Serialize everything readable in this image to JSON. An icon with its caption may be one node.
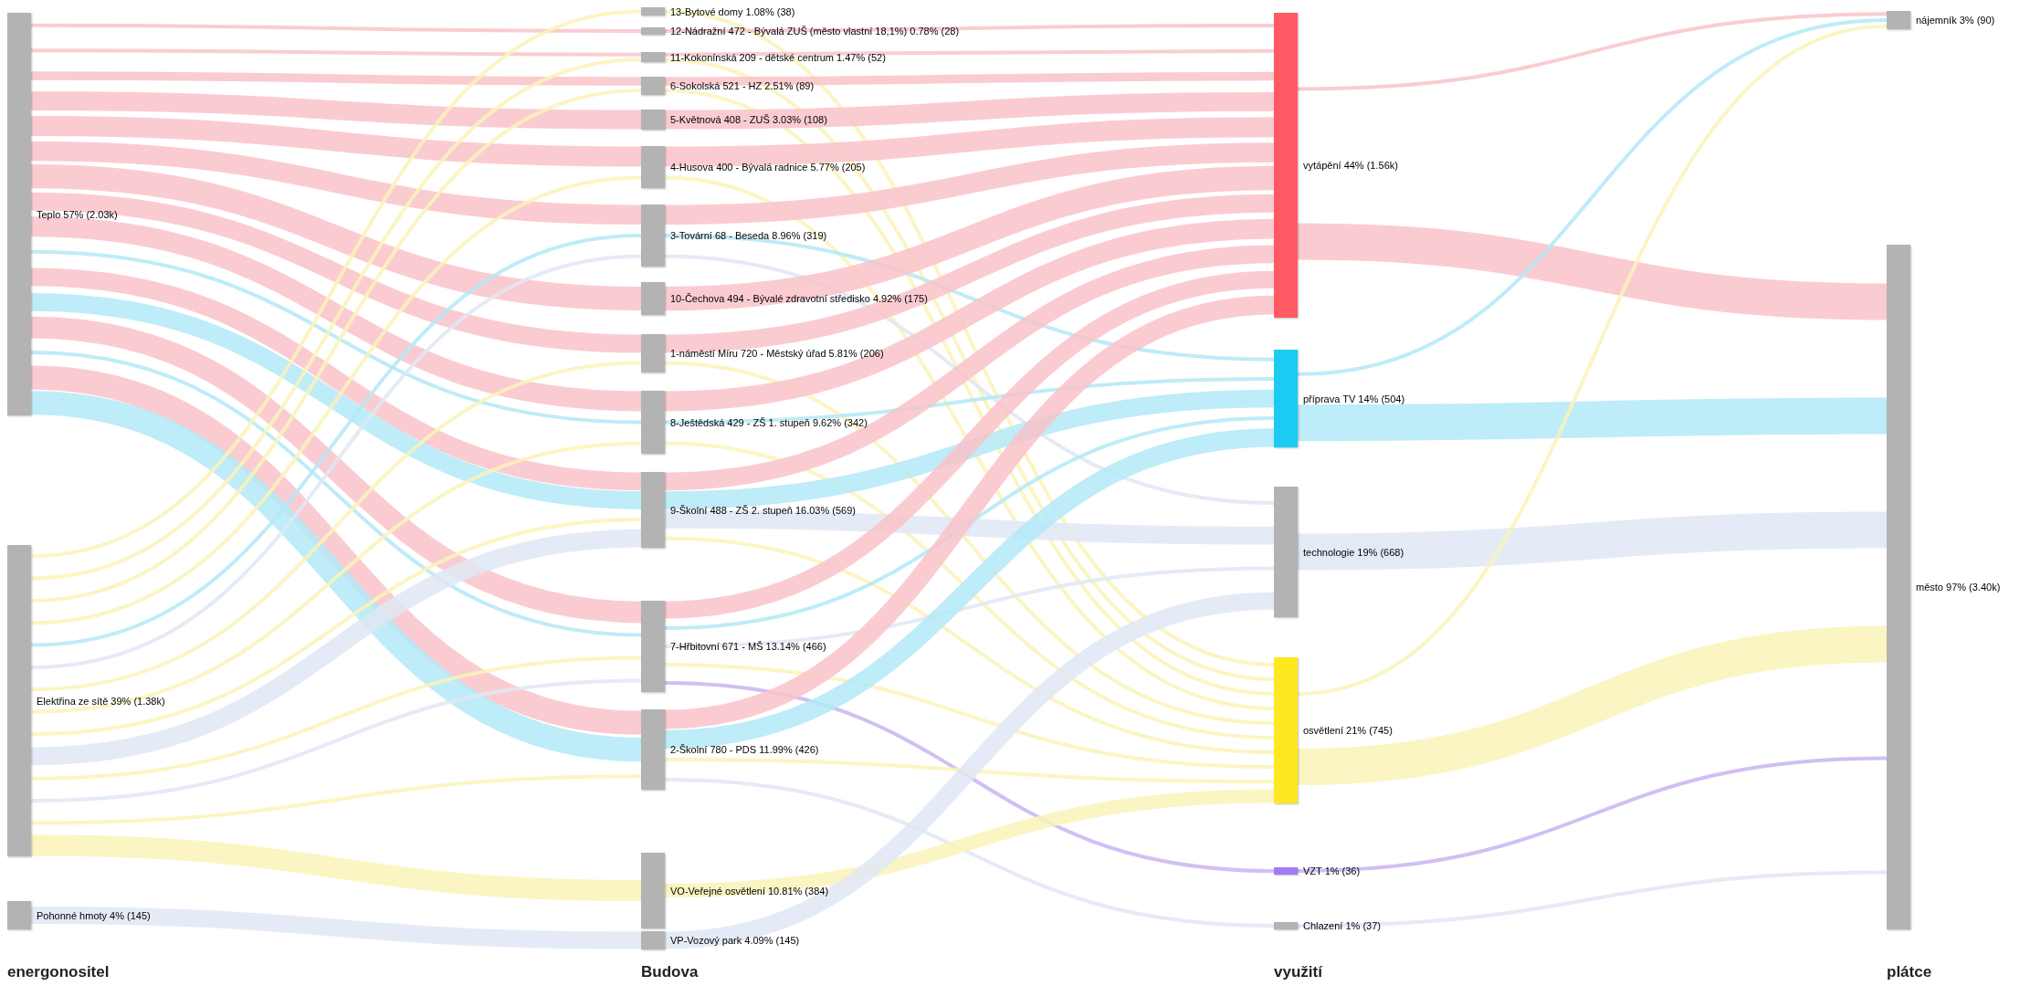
{
  "diagram": {
    "nodes": [
      {
        "text": [
          "Teplo 57% (2.03k)"
        ]
      },
      {
        "text": [
          "Elektřina ze sítě 39% (1.38k)"
        ]
      },
      {
        "text": [
          "Pohonné hmoty 4% (145)"
        ]
      },
      {
        "text": [
          "13-Bytové domy 1.08% (38)"
        ]
      },
      {
        "text": [
          "12-Nádražní 472 - Bývalá ZUŠ (město vlastní 18,1%) 0.78% (28)"
        ]
      },
      {
        "text": [
          "11-Kokonínská 209 - dětské centrum 1.47% (52)"
        ]
      },
      {
        "text": [
          "6-Sokolská 521 - HZ 2.51% (89)"
        ]
      },
      {
        "text": [
          "5-Květnová 408 - ZUŠ 3.03% (108)"
        ]
      },
      {
        "text": [
          "4-Husova 400 - Bývalá radnice 5.77% (205)"
        ]
      },
      {
        "text": [
          "3-Tovární 68 - Beseda 8.96% (319)"
        ]
      },
      {
        "text": [
          "10-Čechova 494 - Bývalé zdravotní středisko 4.92% (175)"
        ]
      },
      {
        "text": [
          "1-náměstí Míru 720 - Městský úřad 5.81% (206)"
        ]
      },
      {
        "text": [
          "8-Ještědská 429 - ZŠ 1. stupeň 9.62% (342)"
        ]
      },
      {
        "text": [
          "9-Školní 488 - ZŠ 2. stupeň 16.03% (569)"
        ]
      },
      {
        "text": [
          "7-Hřbitovní 671 - MŠ 13.14% (466)"
        ]
      },
      {
        "text": [
          "2-Školní 780 - PDS 11.99% (426)"
        ]
      },
      {
        "text": [
          "VO-Veřejné osvětlení 10.81% (384)"
        ]
      },
      {
        "text": [
          "VP-Vozový park 4.09% (145)"
        ]
      },
      {
        "text": [
          "vytápění 44% (1.56k)"
        ]
      },
      {
        "text": [
          "příprava TV 14% (504)"
        ]
      },
      {
        "text": [
          "technologie 19% (668)"
        ]
      },
      {
        "text": [
          "osvětlení 21% (745)"
        ]
      },
      {
        "text": [
          "VZT 1% (36)"
        ]
      },
      {
        "text": [
          "Chlazení 1% (37)"
        ]
      },
      {
        "text": [
          "nájemník 3% (90)"
        ]
      },
      {
        "text": [
          "město 97% (3.40k)"
        ]
      }
    ],
    "edges": [
      {
        "from": 0,
        "to": 4,
        "arrow": "none"
      },
      {
        "from": 0,
        "to": 5,
        "arrow": "none"
      },
      {
        "from": 0,
        "to": 6,
        "arrow": "none",
        "style": "thick"
      },
      {
        "from": 0,
        "to": 7,
        "arrow": "none",
        "style": "thick"
      },
      {
        "from": 0,
        "to": 8,
        "arrow": "none",
        "style": "thick"
      },
      {
        "from": 0,
        "to": 9,
        "arrow": "none",
        "style": "thick"
      },
      {
        "from": 0,
        "to": 10,
        "arrow": "none",
        "style": "thick"
      },
      {
        "from": 0,
        "to": 11,
        "arrow": "none",
        "style": "thick"
      },
      {
        "from": 0,
        "to": 12,
        "arrow": "none",
        "style": "thick"
      },
      {
        "from": 0,
        "to": 12,
        "arrow": "none",
        "color": "#b3e9f7"
      },
      {
        "from": 0,
        "to": 13,
        "arrow": "none",
        "style": "thick"
      },
      {
        "from": 0,
        "to": 13,
        "arrow": "none",
        "color": "#b3e9f7",
        "style": "thick"
      },
      {
        "from": 0,
        "to": 14,
        "arrow": "none",
        "style": "thick"
      },
      {
        "from": 0,
        "to": 14,
        "arrow": "none",
        "color": "#b3e9f7"
      },
      {
        "from": 0,
        "to": 15,
        "arrow": "none",
        "style": "thick"
      },
      {
        "from": 0,
        "to": 15,
        "arrow": "none",
        "color": "#b3e9f7",
        "style": "thick"
      },
      {
        "from": 1,
        "to": 3,
        "arrow": "none",
        "color": "#faf3b8"
      },
      {
        "from": 1,
        "to": 5,
        "arrow": "none",
        "color": "#faf3b8"
      },
      {
        "from": 1,
        "to": 6,
        "arrow": "none",
        "color": "#faf3b8"
      },
      {
        "from": 1,
        "to": 8,
        "arrow": "none",
        "color": "#faf3b8"
      },
      {
        "from": 1,
        "to": 9,
        "arrow": "none",
        "color": "#b3e9f7"
      },
      {
        "from": 1,
        "to": 9,
        "arrow": "none",
        "color": "#dfe8f4"
      },
      {
        "from": 1,
        "to": 11,
        "arrow": "none",
        "color": "#faf3b8"
      },
      {
        "from": 1,
        "to": 12,
        "arrow": "none",
        "color": "#faf3b8"
      },
      {
        "from": 1,
        "to": 13,
        "arrow": "none",
        "color": "#faf3b8"
      },
      {
        "from": 1,
        "to": 13,
        "arrow": "none",
        "color": "#dfe8f4",
        "style": "thick"
      },
      {
        "from": 1,
        "to": 14,
        "arrow": "none",
        "color": "#faf3b8"
      },
      {
        "from": 1,
        "to": 14,
        "arrow": "none",
        "color": "#dfe8f4"
      },
      {
        "from": 1,
        "to": 15,
        "arrow": "none",
        "color": "#faf3b8"
      },
      {
        "from": 1,
        "to": 16,
        "arrow": "none",
        "color": "#faf3b8",
        "style": "thick"
      },
      {
        "from": 2,
        "to": 17,
        "arrow": "none",
        "color": "#dfe8f4",
        "style": "thick"
      },
      {
        "from": 3,
        "to": 21,
        "arrow": "none",
        "color": "#faf3b8"
      },
      {
        "from": 4,
        "to": 18,
        "arrow": "none"
      },
      {
        "from": 5,
        "to": 18,
        "arrow": "none"
      },
      {
        "from": 5,
        "to": 21,
        "arrow": "none",
        "color": "#faf3b8"
      },
      {
        "from": 6,
        "to": 18,
        "arrow": "none",
        "style": "thick"
      },
      {
        "from": 6,
        "to": 21,
        "arrow": "none",
        "color": "#faf3b8"
      },
      {
        "from": 7,
        "to": 18,
        "arrow": "none",
        "style": "thick"
      },
      {
        "from": 8,
        "to": 18,
        "arrow": "none",
        "style": "thick"
      },
      {
        "from": 8,
        "to": 21,
        "arrow": "none",
        "color": "#faf3b8"
      },
      {
        "from": 9,
        "to": 18,
        "arrow": "none",
        "style": "thick"
      },
      {
        "from": 9,
        "to": 19,
        "arrow": "none",
        "color": "#b3e9f7"
      },
      {
        "from": 9,
        "to": 20,
        "arrow": "none",
        "color": "#dfe8f4"
      },
      {
        "from": 10,
        "to": 18,
        "arrow": "none",
        "style": "thick"
      },
      {
        "from": 11,
        "to": 18,
        "arrow": "none",
        "style": "thick"
      },
      {
        "from": 11,
        "to": 21,
        "arrow": "none",
        "color": "#faf3b8"
      },
      {
        "from": 12,
        "to": 18,
        "arrow": "none",
        "style": "thick"
      },
      {
        "from": 12,
        "to": 19,
        "arrow": "none",
        "color": "#b3e9f7"
      },
      {
        "from": 12,
        "to": 21,
        "arrow": "none",
        "color": "#faf3b8"
      },
      {
        "from": 13,
        "to": 18,
        "arrow": "none",
        "style": "thick"
      },
      {
        "from": 13,
        "to": 19,
        "arrow": "none",
        "color": "#b3e9f7",
        "style": "thick"
      },
      {
        "from": 13,
        "to": 20,
        "arrow": "none",
        "color": "#dfe8f4",
        "style": "thick"
      },
      {
        "from": 13,
        "to": 21,
        "arrow": "none",
        "color": "#faf3b8"
      },
      {
        "from": 14,
        "to": 18,
        "arrow": "none",
        "style": "thick"
      },
      {
        "from": 14,
        "to": 19,
        "arrow": "none",
        "color": "#b3e9f7"
      },
      {
        "from": 14,
        "to": 20,
        "arrow": "none",
        "color": "#dfe8f4"
      },
      {
        "from": 14,
        "to": 21,
        "arrow": "none",
        "color": "#faf3b8"
      },
      {
        "from": 14,
        "to": 22,
        "arrow": "none",
        "color": "#c9b4f2"
      },
      {
        "from": 15,
        "to": 18,
        "arrow": "none",
        "style": "thick"
      },
      {
        "from": 15,
        "to": 19,
        "arrow": "none",
        "color": "#b3e9f7",
        "style": "thick"
      },
      {
        "from": 15,
        "to": 21,
        "arrow": "none",
        "color": "#faf3b8"
      },
      {
        "from": 15,
        "to": 23,
        "arrow": "none",
        "color": "#dfe8f4"
      },
      {
        "from": 16,
        "to": 21,
        "arrow": "none",
        "color": "#faf3b8",
        "style": "thick"
      },
      {
        "from": 17,
        "to": 20,
        "arrow": "none",
        "color": "#dfe8f4",
        "style": "thick"
      },
      {
        "from": 18,
        "to": 24,
        "arrow": "none"
      },
      {
        "from": 18,
        "to": 25,
        "arrow": "none",
        "style": "thick"
      },
      {
        "from": 19,
        "to": 24,
        "arrow": "none",
        "color": "#b3e9f7"
      },
      {
        "from": 19,
        "to": 25,
        "arrow": "none",
        "color": "#b3e9f7",
        "style": "thick"
      },
      {
        "from": 20,
        "to": 25,
        "arrow": "none",
        "color": "#dfe8f4",
        "style": "thick"
      },
      {
        "from": 21,
        "to": 24,
        "arrow": "none",
        "color": "#faf3b8"
      },
      {
        "from": 21,
        "to": 25,
        "arrow": "none",
        "color": "#faf3b8",
        "style": "thick"
      },
      {
        "from": 22,
        "to": 25,
        "arrow": "none",
        "color": "#c9b4f2"
      },
      {
        "from": 23,
        "to": 25,
        "arrow": "none",
        "color": "#dfe8f4"
      }
    ],
    "labels": [
      "energonositel",
      "Budova",
      "využití",
      "plátce"
    ]
  }
}
